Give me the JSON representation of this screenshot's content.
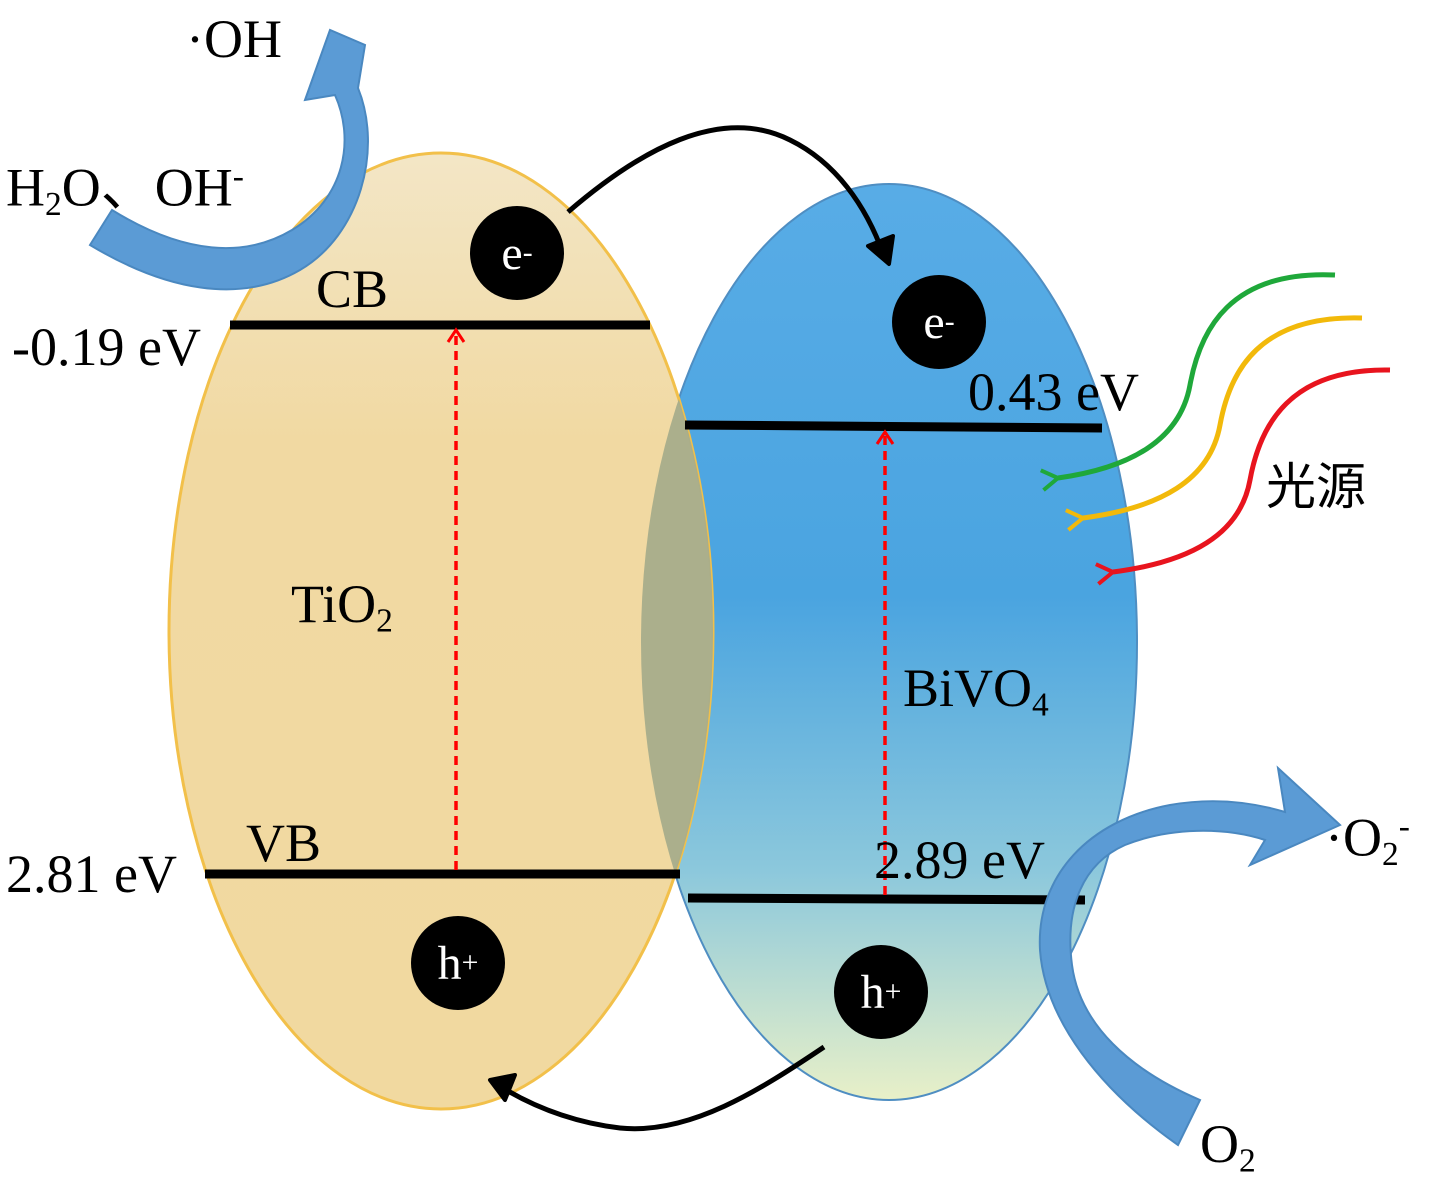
{
  "materials": {
    "left": "TiO",
    "left_sub": "2",
    "right": "BiVO",
    "right_sub": "4"
  },
  "bands": {
    "cb_label": "CB",
    "vb_label": "VB",
    "tio2_cb_energy": "-0.19 eV",
    "tio2_vb_energy": "2.81 eV",
    "bivo4_cb_energy": "0.43 eV",
    "bivo4_vb_energy": "2.89 eV"
  },
  "carriers": {
    "electron": "e",
    "electron_sup": "-",
    "hole": "h",
    "hole_sup": "+"
  },
  "species": {
    "hydroxyl_radical": "·OH",
    "water_hydroxide_a": "H",
    "water_hydroxide_sub": "2",
    "water_hydroxide_b": "O、OH",
    "water_hydroxide_sup": "-",
    "oxygen": "O",
    "oxygen_sub": "2",
    "superoxide": "·O",
    "superoxide_sub": "2",
    "superoxide_sup": "-"
  },
  "light_source_label": "光源",
  "colors": {
    "tio2_fill": "#f2d9a0",
    "tio2_stroke": "#f2c04a",
    "bivo4_top": "#3f9ee0",
    "bivo4_bottom": "#e6f0cc",
    "overlap": "#a8ae8a",
    "big_arrow": "#5b9bd5",
    "excitation_arrow": "#ff0000",
    "light_green": "#1fa83a",
    "light_yellow": "#f2b90a",
    "light_red": "#e8141e"
  }
}
